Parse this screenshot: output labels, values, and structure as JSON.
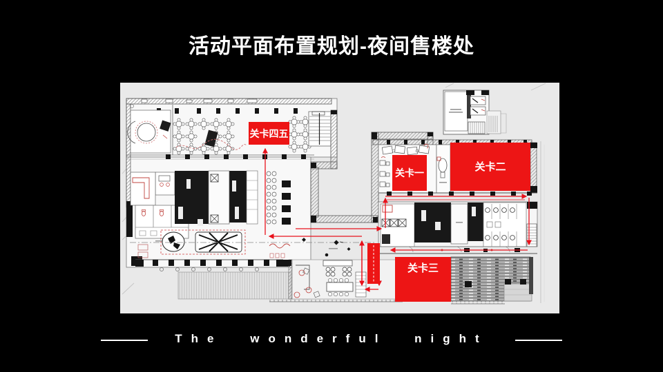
{
  "slide": {
    "title": "活动平面布置规划-夜间售楼处",
    "footer": "The wonderful night"
  },
  "plan": {
    "markers": {
      "m45": {
        "label": "关卡四五"
      },
      "m1": {
        "label": "关卡一"
      },
      "m2": {
        "label": "关卡二"
      },
      "m3": {
        "label": "关卡三"
      }
    },
    "colors": {
      "accent_red": "#ed1515",
      "plan_background": "#e9e9e9",
      "slide_background": "#000000",
      "text_color": "#ffffff"
    }
  }
}
